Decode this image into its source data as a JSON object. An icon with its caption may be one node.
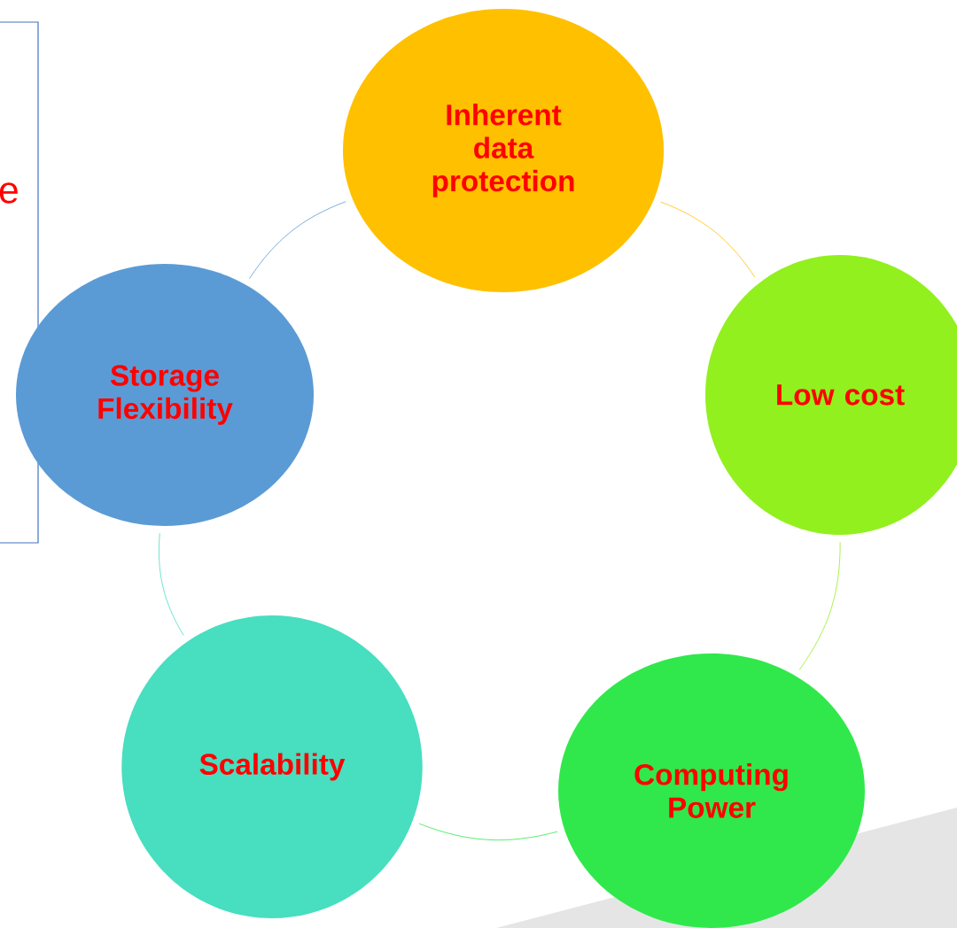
{
  "diagram": {
    "nodes": [
      {
        "text": [
          "e"
        ]
      },
      {
        "text": [
          "Inherent data protection"
        ]
      },
      {
        "text": [
          "Low cost"
        ]
      },
      {
        "text": [
          "Computing Power"
        ]
      },
      {
        "text": [
          "Scalability"
        ]
      },
      {
        "text": [
          "Storage Flexibility"
        ]
      }
    ],
    "edges": [
      {
        "from": 1,
        "to": 2,
        "arrow": "none",
        "color": "#ffc000"
      },
      {
        "from": 2,
        "to": 3,
        "arrow": "none",
        "color": "#92f01e"
      },
      {
        "from": 3,
        "to": 4,
        "arrow": "none",
        "color": "#30e84b"
      },
      {
        "from": 4,
        "to": 5,
        "arrow": "none",
        "color": "#48dec0"
      },
      {
        "from": 5,
        "to": 1,
        "arrow": "none",
        "color": "#5b9bd5"
      }
    ]
  }
}
